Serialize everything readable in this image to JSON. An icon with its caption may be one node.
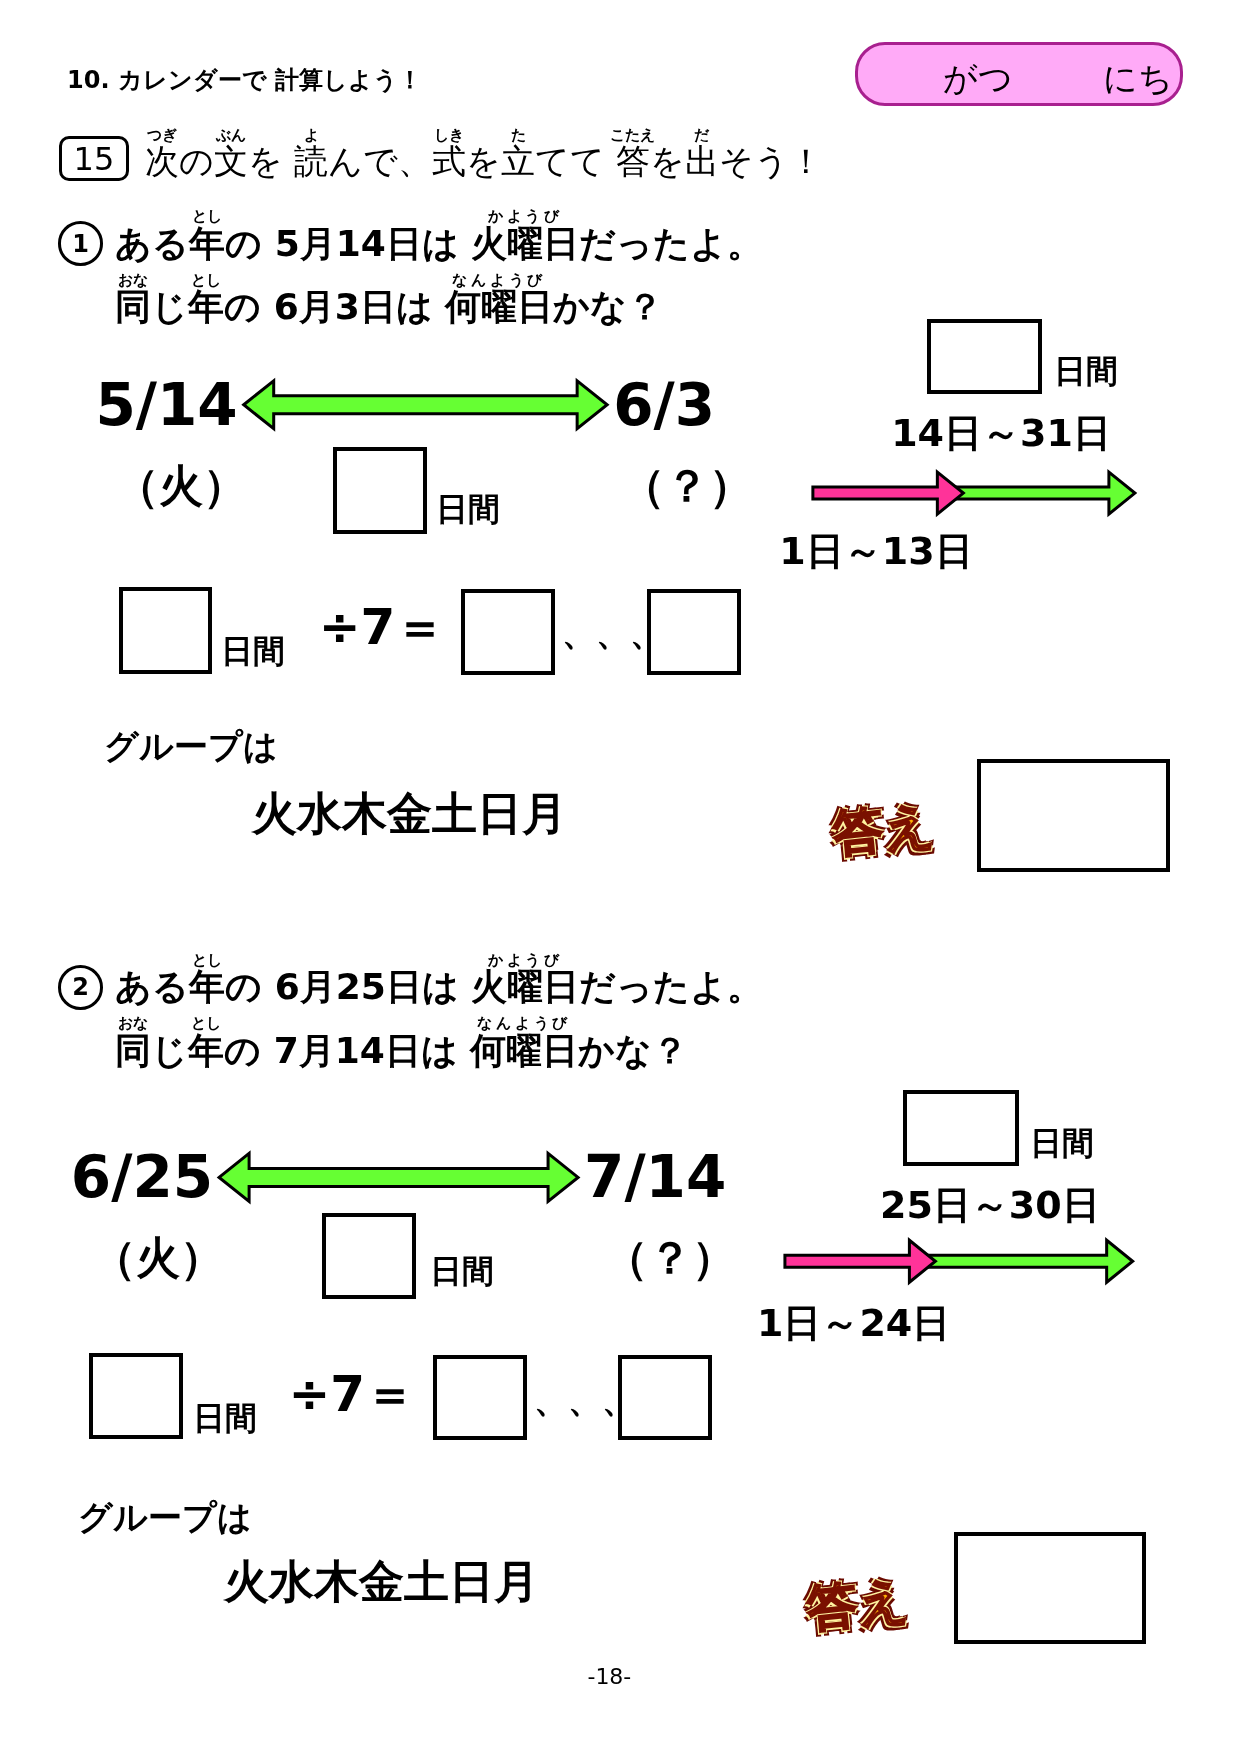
{
  "diagram": {
    "title": "10. カレンダーで 計算しよう！",
    "nodes": [
      {
        "text": [
          "がつ",
          "にち"
        ]
      },
      {
        "text": [
          "15"
        ]
      },
      {
        "text": [
          "1"
        ]
      },
      {
        "text": [
          "5/14"
        ],
        "beside": [
          "（火）"
        ]
      },
      {
        "text": [
          "6/3"
        ],
        "beside": [
          "（？）"
        ]
      },
      {
        "text": [],
        "shape": "box",
        "beside": [
          "日間"
        ]
      },
      {
        "text": [],
        "shape": "box",
        "beside": [
          "日間"
        ]
      },
      {
        "text": [],
        "shape": "box",
        "beside": [
          "日間"
        ]
      },
      {
        "text": [],
        "shape": "box"
      },
      {
        "text": [],
        "shape": "box"
      },
      {
        "text": [],
        "shape": "box"
      },
      {
        "text": [
          "2"
        ]
      },
      {
        "text": [
          "6/25"
        ],
        "beside": [
          "（火）"
        ]
      },
      {
        "text": [
          "7/14"
        ],
        "beside": [
          "（？）"
        ]
      },
      {
        "text": [],
        "shape": "box",
        "beside": [
          "日間"
        ]
      },
      {
        "text": [],
        "shape": "box",
        "beside": [
          "日間"
        ]
      },
      {
        "text": [],
        "shape": "box",
        "beside": [
          "日間"
        ]
      },
      {
        "text": [],
        "shape": "box"
      },
      {
        "text": [],
        "shape": "box"
      },
      {
        "text": [],
        "shape": "box"
      }
    ],
    "edges": [
      {
        "from": 3,
        "to": 4,
        "arrow": "both"
      },
      {
        "from": 12,
        "to": 13,
        "arrow": "both"
      }
    ],
    "labels": [
      "つぎ",
      "ぶん",
      "よ",
      "しき",
      "た",
      "こたえ",
      "だ",
      "次の文を 読んで、式を立てて 答を出そう！",
      "とし",
      "かようび",
      "ある年の 5月14日は 火曜日だったよ。",
      "おな",
      "とし",
      "なんようび",
      "同じ年の 6月3日は 何曜日かな？",
      "14日～31日",
      "1日～13日",
      "÷7＝",
      "、、、",
      "グループは",
      "火水木金土日月",
      "答え",
      "とし",
      "かようび",
      "ある年の 6月25日は 火曜日だったよ。",
      "おな",
      "とし",
      "なんようび",
      "同じ年の 7月14日は 何曜日かな？",
      "25日～30日",
      "1日～24日",
      "÷7＝",
      "、、、",
      "グループは",
      "火水木金土日月",
      "答え",
      "-18-"
    ]
  }
}
